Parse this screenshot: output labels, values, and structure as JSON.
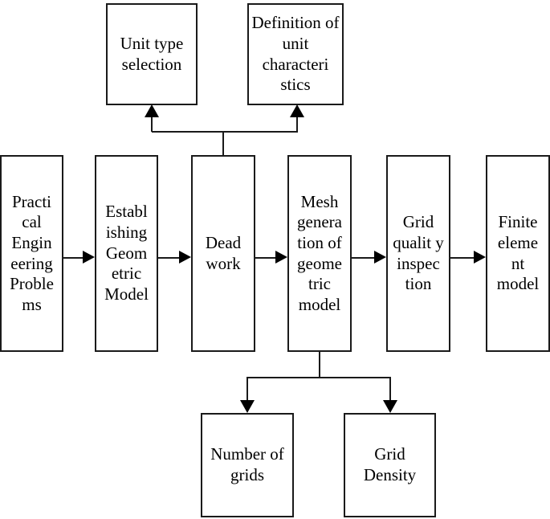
{
  "diagram": {
    "title": "Finite element meshing workflow flowchart",
    "stroke_color": "#1a1a1a",
    "text_color": "#000000",
    "background_color": "#ffffff",
    "process_chain": [
      {
        "id": "practical-engineering-problems",
        "label": "Practi cal Engin eering Proble ms"
      },
      {
        "id": "establishing-geometric-model",
        "label": "Establ ishing Geom etric Model"
      },
      {
        "id": "dead-work",
        "label": "Dead work"
      },
      {
        "id": "mesh-generation-of-geometric-model",
        "label": "Mesh genera tion of geome tric model"
      },
      {
        "id": "grid-quality-inspection",
        "label": "Grid qualit y inspec tion"
      },
      {
        "id": "finite-element-model",
        "label": "Finite eleme nt model"
      }
    ],
    "top_branch": [
      {
        "id": "unit-type-selection",
        "label": "Unit type selection"
      },
      {
        "id": "definition-of-unit-characteristics",
        "label": "Definition of unit characteri stics"
      }
    ],
    "bottom_branch": [
      {
        "id": "number-of-grids",
        "label": "Number of grids"
      },
      {
        "id": "grid-density",
        "label": "Grid Density"
      }
    ]
  }
}
